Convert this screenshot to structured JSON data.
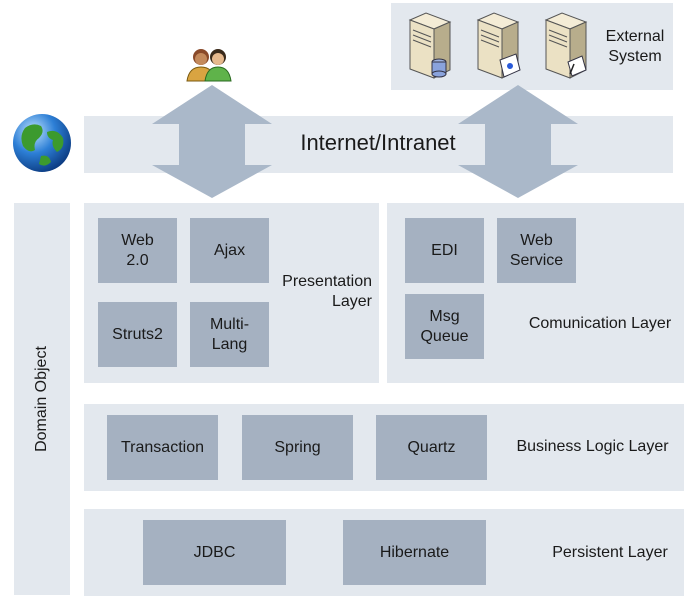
{
  "internet": {
    "label": "Internet/Intranet"
  },
  "external": {
    "label": "External\nSystem"
  },
  "domain": {
    "label": "Domain Object"
  },
  "presentation": {
    "label": "Presentation\nLayer",
    "items": [
      "Web\n2.0",
      "Ajax",
      "Struts2",
      "Multi-\nLang"
    ]
  },
  "communication": {
    "label": "Comunication Layer",
    "items": [
      "EDI",
      "Web\nService",
      "Msg\nQueue"
    ]
  },
  "business": {
    "label": "Business Logic Layer",
    "items": [
      "Transaction",
      "Spring",
      "Quartz"
    ]
  },
  "persistent": {
    "label": "Persistent Layer",
    "items": [
      "JDBC",
      "Hibernate"
    ]
  },
  "colors": {
    "panel": "#e3e8ee",
    "box": "#a5b1c1",
    "arrow": "#aab8c9"
  },
  "icons": [
    "users-icon",
    "globe-icon",
    "server-database-icon",
    "server-web-icon",
    "server-document-icon"
  ]
}
